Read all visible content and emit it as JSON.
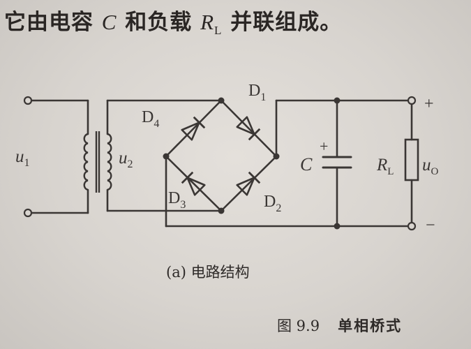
{
  "text": {
    "line_prefix": "它由电容",
    "cap_symbol": "C",
    "line_mid": "和负载",
    "load_symbol": "R",
    "load_sub": "L",
    "line_suffix": "并联组成。"
  },
  "circuit": {
    "input_u": "u",
    "input_sub": "1",
    "secondary_u": "u",
    "secondary_sub": "2",
    "d1": "D",
    "d1_sub": "1",
    "d2": "D",
    "d2_sub": "2",
    "d3": "D",
    "d3_sub": "3",
    "d4": "D",
    "d4_sub": "4",
    "capacitor_label": "C",
    "capacitor_plus": "+",
    "load_label": "R",
    "load_sub": "L",
    "output_u": "u",
    "output_sub": "O",
    "output_plus": "+",
    "output_minus": "−"
  },
  "captions": {
    "subcaption": "(a) 电路结构",
    "figure_number": "图 9.9",
    "figure_title": "单相桥式"
  },
  "colors": {
    "ink": "#3a3634",
    "paper": "#d9d5d0"
  }
}
